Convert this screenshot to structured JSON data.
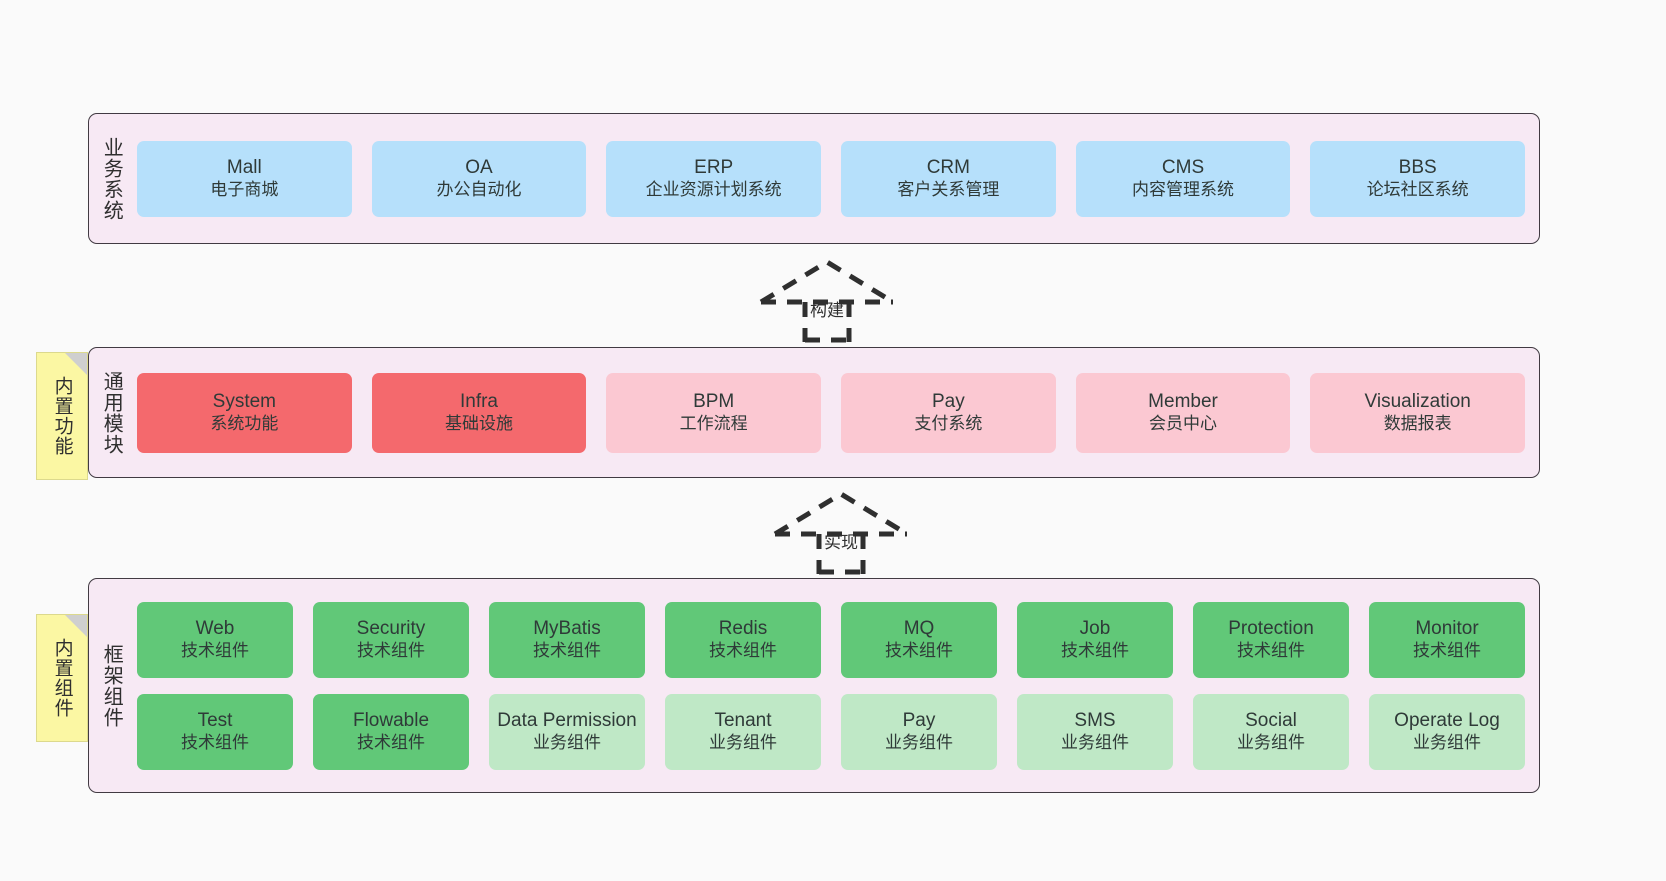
{
  "diagram": {
    "background": "#fafafa",
    "layer_fill": "#f7e9f4",
    "layer_border": "#413a42",
    "note_fill": "#fbf7a3",
    "colors": {
      "business": "#b6e0fb",
      "module_core": "#f4696d",
      "module_optional": "#fbc8d2",
      "tech_component": "#61c878",
      "business_component": "#bfe8c6"
    }
  },
  "layers": [
    {
      "id": "business-system",
      "title": "业务系统",
      "note": null,
      "rows": [
        {
          "cards": [
            {
              "en": "Mall",
              "cn": "电子商城",
              "color": "blue"
            },
            {
              "en": "OA",
              "cn": "办公自动化",
              "color": "blue"
            },
            {
              "en": "ERP",
              "cn": "企业资源计划系统",
              "color": "blue"
            },
            {
              "en": "CRM",
              "cn": "客户关系管理",
              "color": "blue"
            },
            {
              "en": "CMS",
              "cn": "内容管理系统",
              "color": "blue"
            },
            {
              "en": "BBS",
              "cn": "论坛社区系统",
              "color": "blue"
            }
          ]
        }
      ]
    },
    {
      "id": "common-module",
      "title": "通用模块",
      "note": "内置功能",
      "rows": [
        {
          "cards": [
            {
              "en": "System",
              "cn": "系统功能",
              "color": "red"
            },
            {
              "en": "Infra",
              "cn": "基础设施",
              "color": "red"
            },
            {
              "en": "BPM",
              "cn": "工作流程",
              "color": "pink"
            },
            {
              "en": "Pay",
              "cn": "支付系统",
              "color": "pink"
            },
            {
              "en": "Member",
              "cn": "会员中心",
              "color": "pink"
            },
            {
              "en": "Visualization",
              "cn": "数据报表",
              "color": "pink"
            }
          ]
        }
      ]
    },
    {
      "id": "framework-component",
      "title": "框架组件",
      "note": "内置组件",
      "rows": [
        {
          "cards": [
            {
              "en": "Web",
              "cn": "技术组件",
              "color": "green"
            },
            {
              "en": "Security",
              "cn": "技术组件",
              "color": "green"
            },
            {
              "en": "MyBatis",
              "cn": "技术组件",
              "color": "green"
            },
            {
              "en": "Redis",
              "cn": "技术组件",
              "color": "green"
            },
            {
              "en": "MQ",
              "cn": "技术组件",
              "color": "green"
            },
            {
              "en": "Job",
              "cn": "技术组件",
              "color": "green"
            },
            {
              "en": "Protection",
              "cn": "技术组件",
              "color": "green"
            },
            {
              "en": "Monitor",
              "cn": "技术组件",
              "color": "green"
            }
          ]
        },
        {
          "cards": [
            {
              "en": "Test",
              "cn": "技术组件",
              "color": "green"
            },
            {
              "en": "Flowable",
              "cn": "技术组件",
              "color": "green"
            },
            {
              "en": "Data Permission",
              "cn": "业务组件",
              "color": "lgreen",
              "wrap": true
            },
            {
              "en": "Tenant",
              "cn": "业务组件",
              "color": "lgreen"
            },
            {
              "en": "Pay",
              "cn": "业务组件",
              "color": "lgreen"
            },
            {
              "en": "SMS",
              "cn": "业务组件",
              "color": "lgreen"
            },
            {
              "en": "Social",
              "cn": "业务组件",
              "color": "lgreen"
            },
            {
              "en": "Operate Log",
              "cn": "业务组件",
              "color": "lgreen"
            }
          ]
        }
      ]
    }
  ],
  "connectors": [
    {
      "id": "build",
      "label": "构建",
      "style": "dashed-generalization-up"
    },
    {
      "id": "implement",
      "label": "实现",
      "style": "dashed-generalization-up"
    }
  ]
}
